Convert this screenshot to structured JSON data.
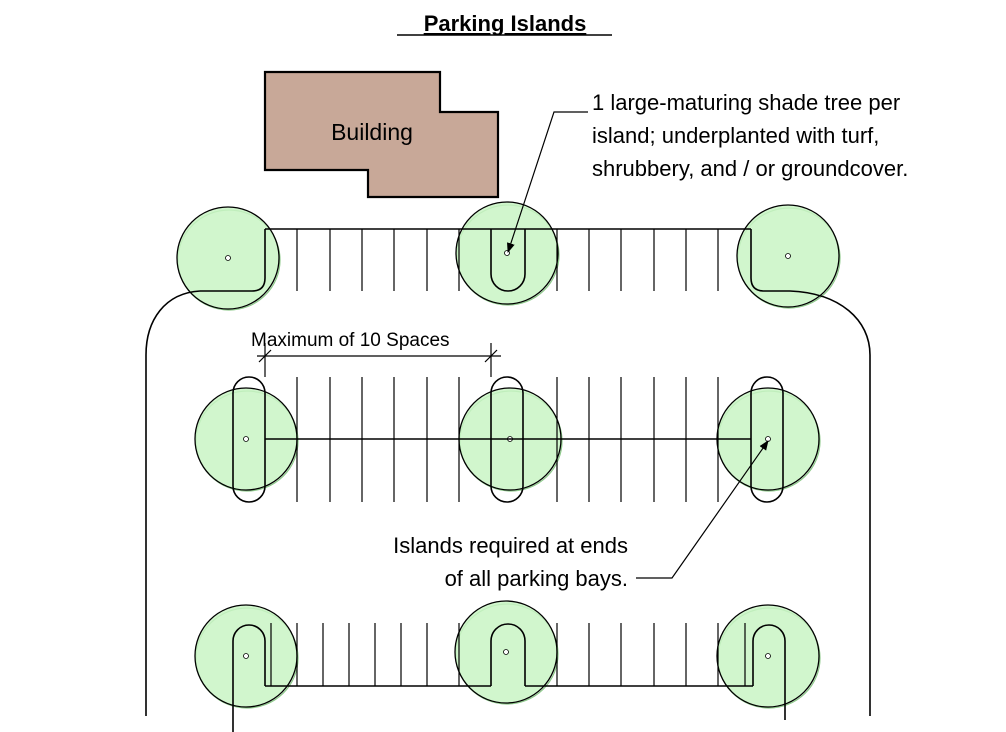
{
  "title": "Parking Islands",
  "building_label": "Building",
  "dimension_label": "Maximum of 10 Spaces",
  "callout_tree": {
    "lines": [
      "1 large-maturing shade tree per",
      "island; underplanted with turf,",
      "shrubbery, and / or groundcover."
    ]
  },
  "callout_islands": {
    "lines": [
      "Islands required at ends",
      "of all parking bays."
    ]
  },
  "colors": {
    "tree_fill": "#c9f5c4",
    "building_fill": "#c8a898"
  }
}
